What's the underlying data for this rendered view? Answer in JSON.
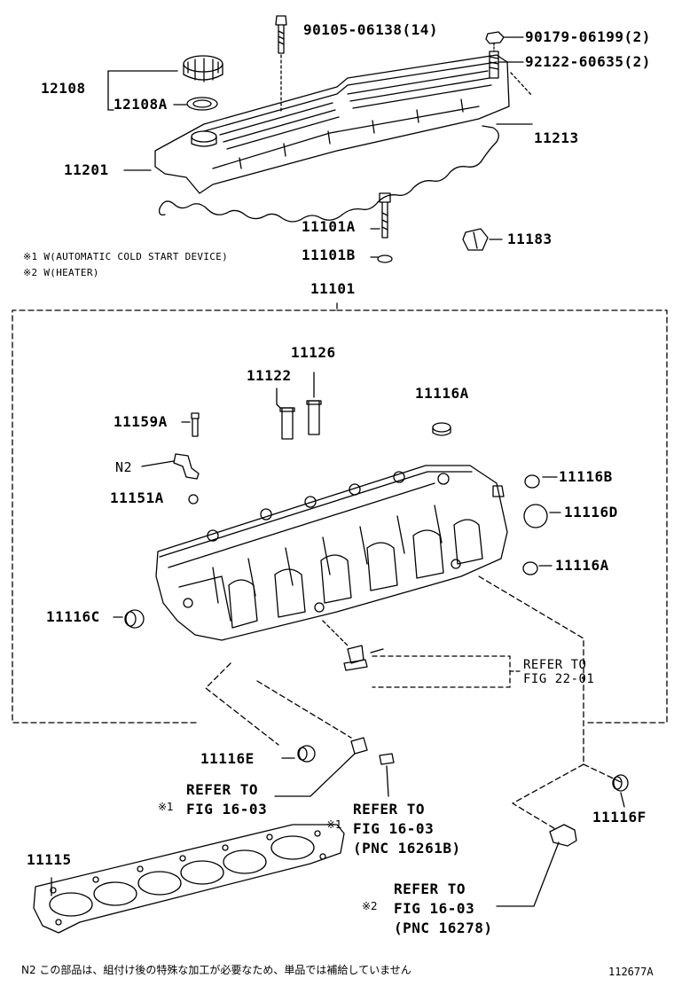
{
  "parts": {
    "p90105": "90105-06138(14)",
    "p90179": "90179-06199(2)",
    "p92122": "92122-60635(2)",
    "p12108": "12108",
    "p12108A": "12108A",
    "p11213": "11213",
    "p11201": "11201",
    "p11101A": "11101A",
    "p11101B": "11101B",
    "p11183": "11183",
    "p11101": "11101",
    "p11126": "11126",
    "p11122": "11122",
    "p11116A_top": "11116A",
    "p11159A": "11159A",
    "pN2": "N2",
    "p11151A": "11151A",
    "p11116B": "11116B",
    "p11116D": "11116D",
    "p11116A_side": "11116A",
    "p11116C": "11116C",
    "p11116E": "11116E",
    "p11116F": "11116F",
    "p11115": "11115"
  },
  "notes": {
    "note1": "※1 W(AUTOMATIC COLD START DEVICE)",
    "note2": "※2 W(HEATER)"
  },
  "refs": {
    "ref2201": {
      "l1": "REFER TO",
      "l2": "FIG 22-01"
    },
    "refA": {
      "l1": "REFER TO",
      "l2": "FIG 16-03",
      "mark": "※1"
    },
    "refB": {
      "l1": "REFER TO",
      "l2": "FIG 16-03",
      "l3": "(PNC 16261B)",
      "mark": "※1"
    },
    "refC": {
      "l1": "REFER TO",
      "l2": "FIG 16-03",
      "l3": "(PNC 16278)",
      "mark": "※2"
    }
  },
  "footer": {
    "note": "N2 この部品は、組付け後の特殊な加工が必要なため、単品では補給していません",
    "code": "112677A"
  }
}
